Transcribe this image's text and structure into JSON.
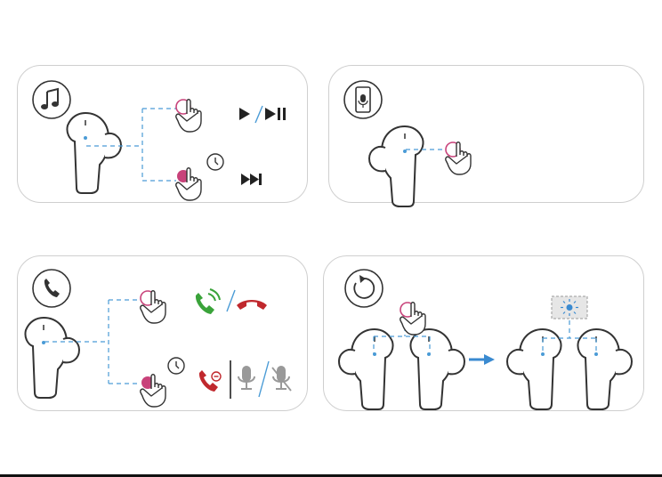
{
  "colors": {
    "outline": "#333333",
    "guide": "#4a9bd6",
    "tap": "#c8427a",
    "accept": "#3aa33a",
    "reject": "#c0282d",
    "muted": "#999999",
    "arrow": "#3a8ad0",
    "led_box": "#e6e6e6"
  },
  "panels": [
    {
      "id": "music",
      "icon": "music-note-icon",
      "actions": [
        {
          "gesture": "single-tap",
          "result": "play-pause-icon"
        },
        {
          "gesture": "tap-and-hold",
          "result": "next-track-icon"
        }
      ]
    },
    {
      "id": "voice-assistant",
      "icon": "phone-microphone-icon",
      "actions": [
        {
          "gesture": "single-tap",
          "result": "voice-assistant"
        }
      ]
    },
    {
      "id": "calls",
      "icon": "phone-icon",
      "actions": [
        {
          "gesture": "single-tap",
          "result": "answer-hang-up-icon"
        },
        {
          "gesture": "tap-and-hold",
          "result": "reject-call-mute-icon"
        }
      ]
    },
    {
      "id": "reset",
      "icon": "reset-arrow-icon",
      "actions": [
        {
          "gesture": "single-tap-both",
          "result": "led-flash-icon"
        }
      ]
    }
  ]
}
